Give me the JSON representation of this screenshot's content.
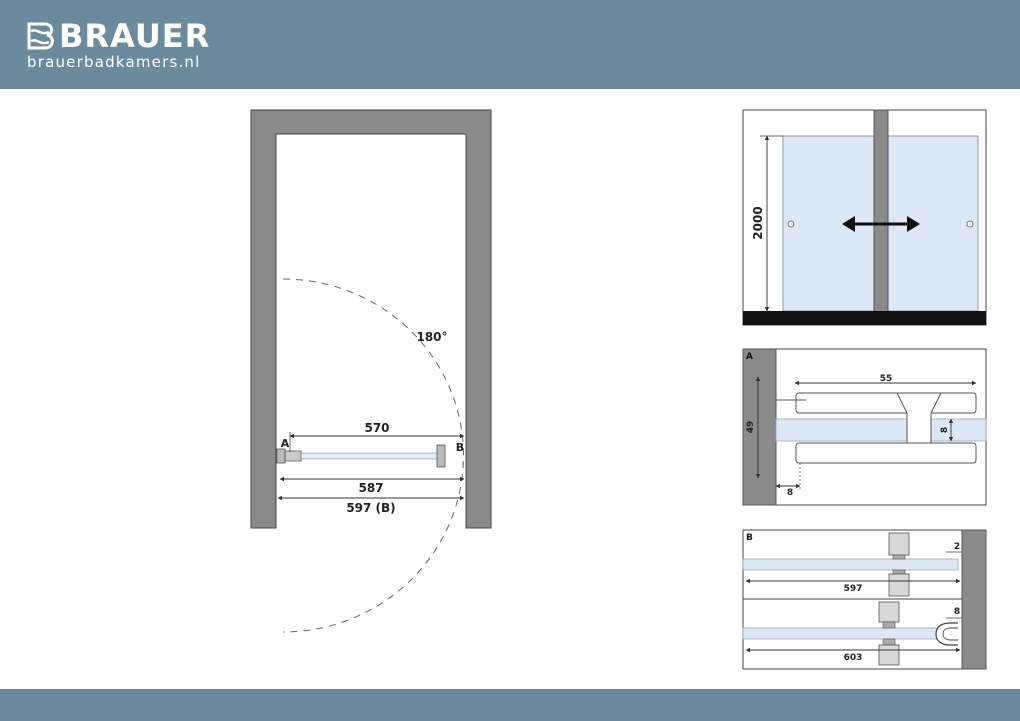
{
  "header": {
    "brand_name": "BRAUER",
    "brand_url": "brauerbadkamers.nl",
    "bar_color": "#6b8b9d",
    "logo_icon": "brauer-b-logo-icon"
  },
  "plan": {
    "swing_label": "180°",
    "point_a": "A",
    "point_b": "B",
    "dim_570": "570",
    "dim_587": "587",
    "dim_597": "597 (B)"
  },
  "elevation": {
    "height_label": "2000",
    "slide_icon": "double-arrow-icon"
  },
  "detail_a": {
    "label": "A",
    "dim_55": "55",
    "dim_49": "49",
    "dim_8_inner": "8",
    "dim_8_gap": "8"
  },
  "detail_b": {
    "label": "B",
    "dim_2": "2",
    "dim_597": "597",
    "dim_8": "8",
    "dim_603": "603"
  }
}
